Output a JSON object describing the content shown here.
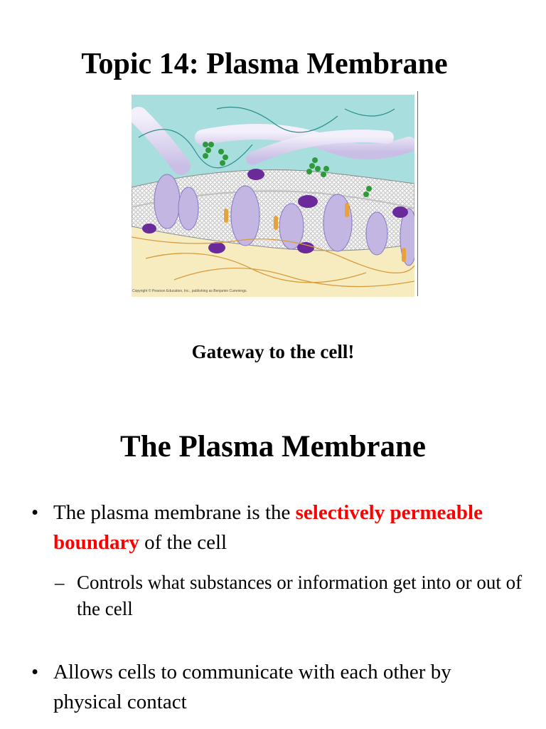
{
  "slide1": {
    "title": "Topic 14: Plasma Membrane",
    "figure_credit": "Copyright © Pearson Education, Inc., publishing as Benjamin Cummings.",
    "subtitle": "Gateway to the cell!"
  },
  "slide2": {
    "heading": "The Plasma Membrane",
    "bullets": [
      {
        "marker": "•",
        "text_before": "The plasma membrane is the ",
        "highlight": "selectively permeable boundary",
        "text_after": " of the cell",
        "sub_marker": "–",
        "sub_text": "Controls what substances or information get into or out of the cell"
      },
      {
        "marker": "•",
        "text": "Allows cells to communicate with each other by physical contact"
      }
    ]
  },
  "colors": {
    "highlight": "#ff0000",
    "figure_water": "#a8dede",
    "figure_cytoplasm": "#f6ecc0",
    "figure_protein": "#c3b6e3",
    "figure_protein_dark": "#6a2a9a",
    "figure_carbohydrate": "#2e9a3a",
    "figure_cytoskeleton": "#d99a3a"
  }
}
